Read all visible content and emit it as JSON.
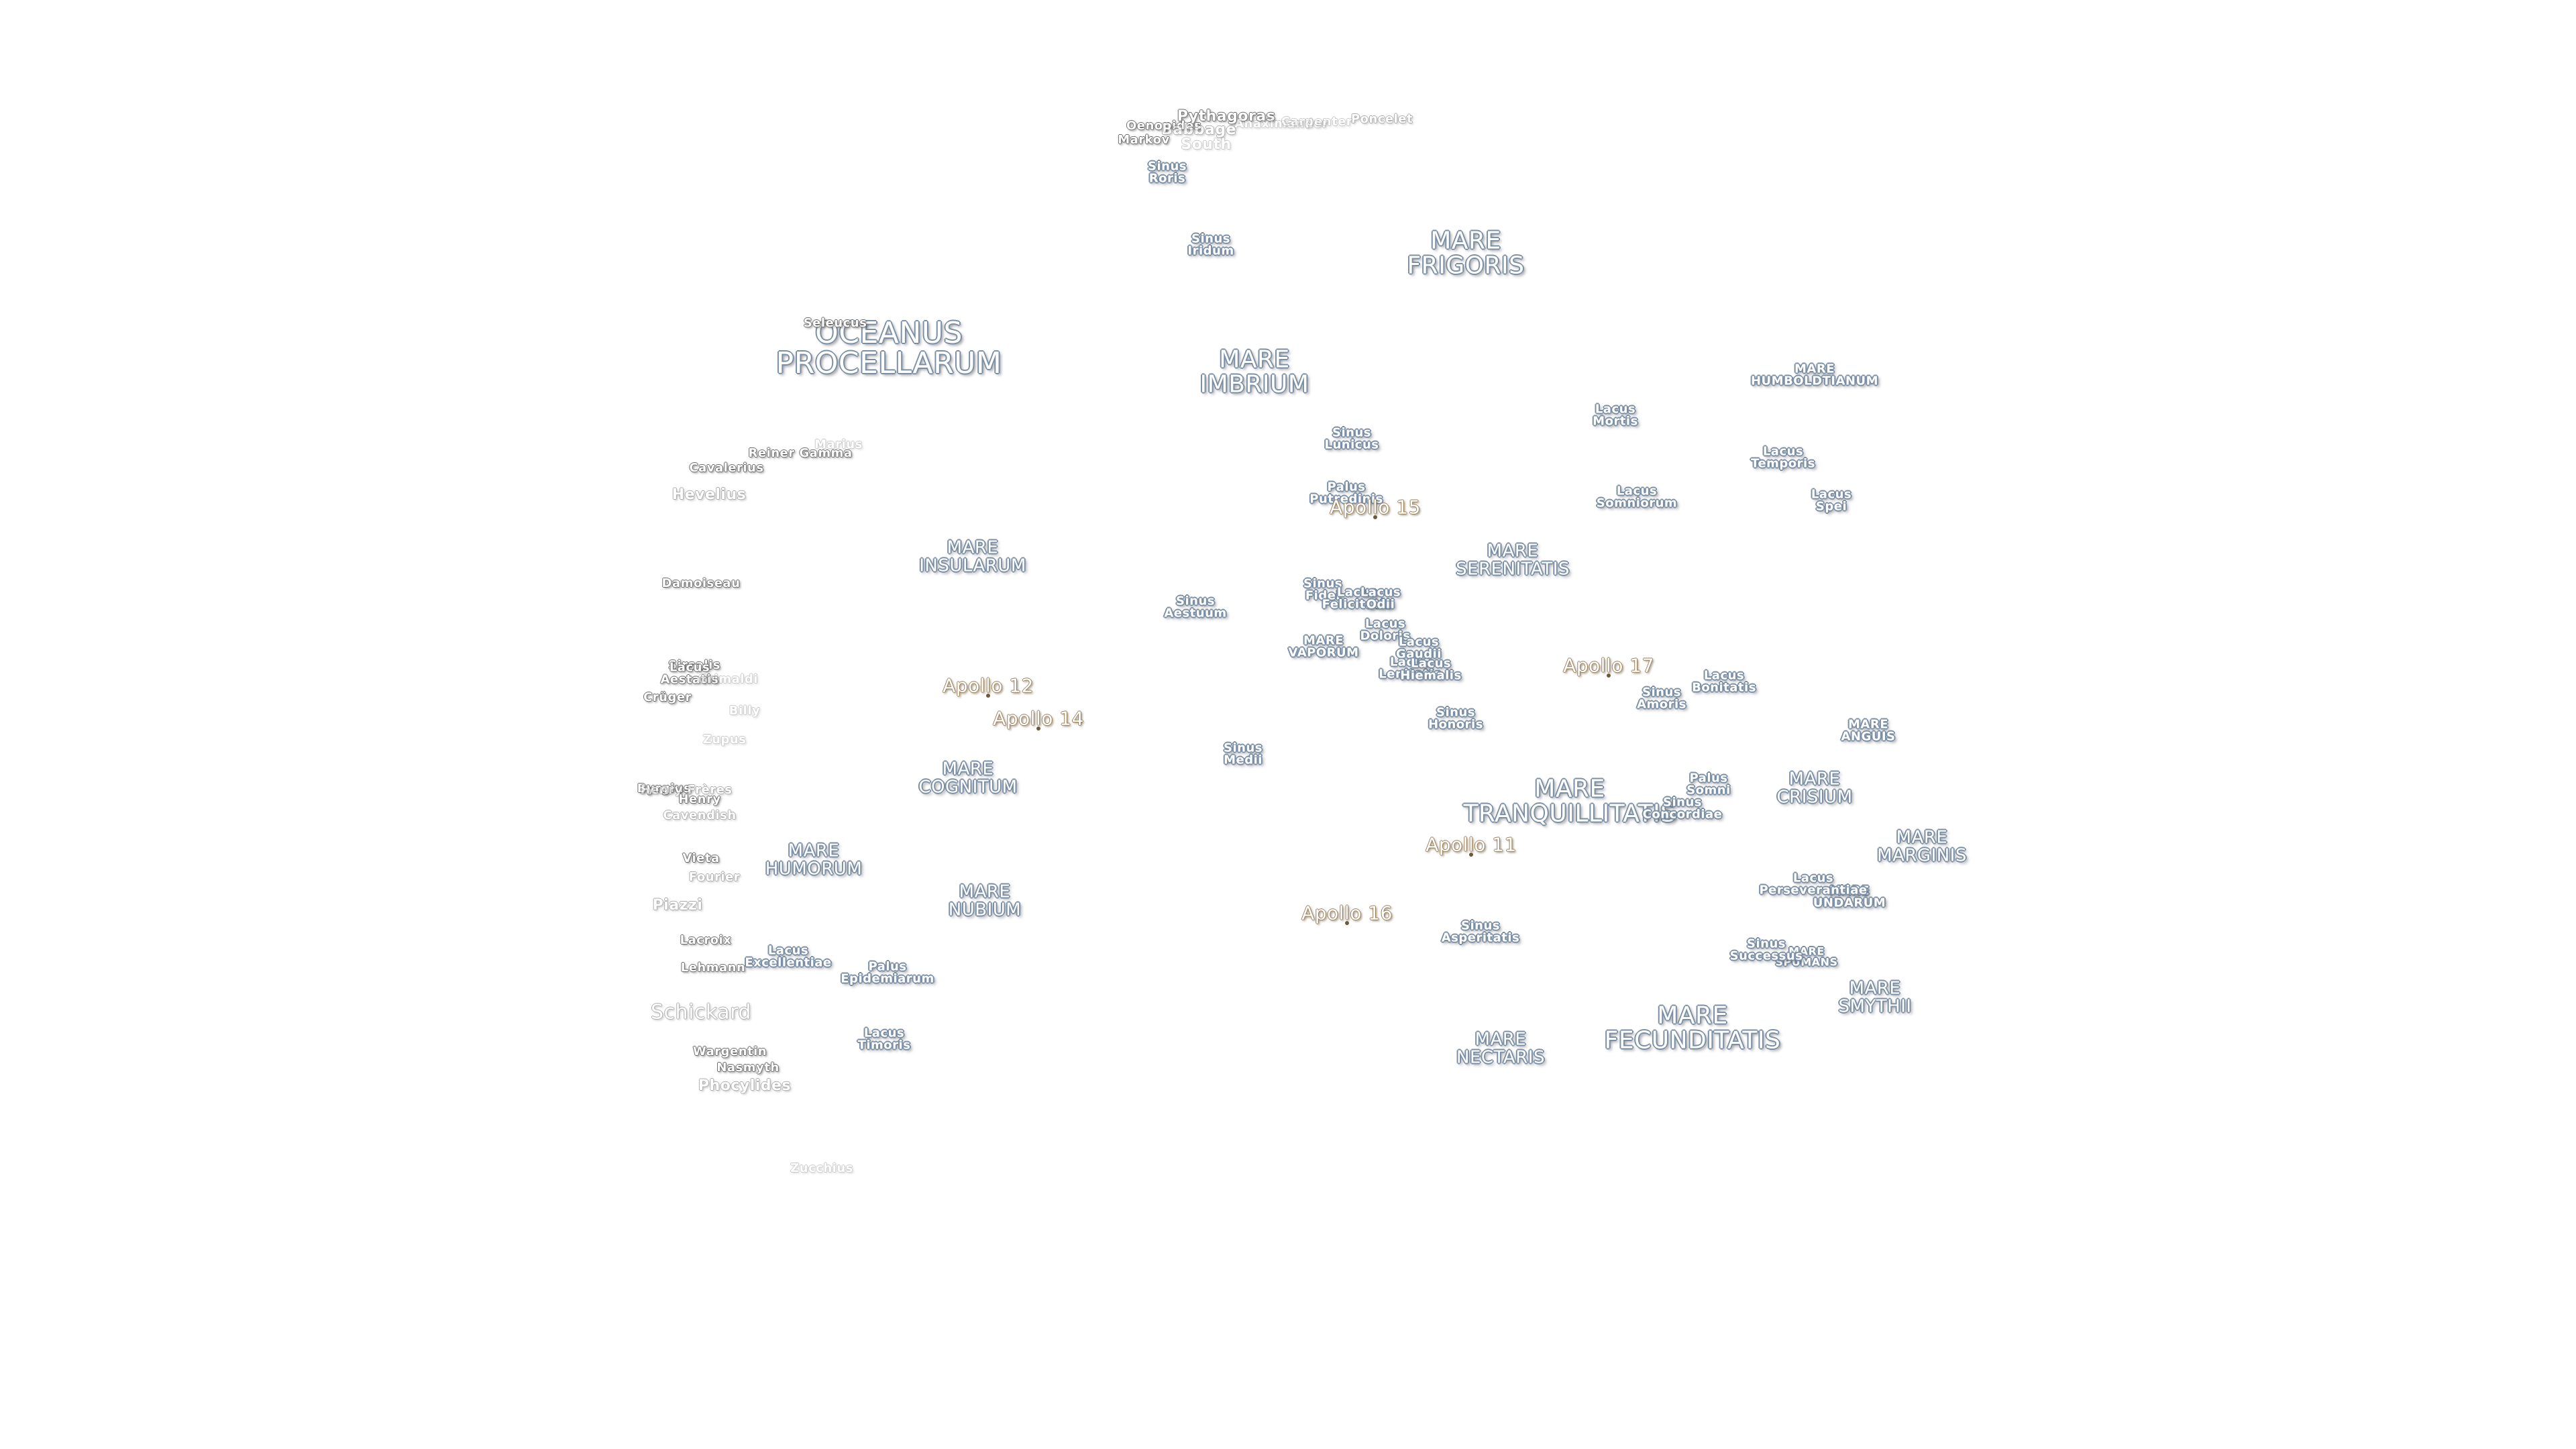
{
  "maria": [
    {
      "id": "oceanus",
      "name": "OCEANUS\nPROCELLARUM"
    },
    {
      "id": "frigoris",
      "name": "MARE\nFRIGORIS"
    },
    {
      "id": "imbrium",
      "name": "MARE\nIMBRIUM"
    },
    {
      "id": "insularum",
      "name": "MARE\nINSULARUM"
    },
    {
      "id": "serenitatis",
      "name": "MARE\nSERENITATIS"
    },
    {
      "id": "tranquillitatis",
      "name": "MARE\nTRANQUILLITATIS"
    },
    {
      "id": "crisium",
      "name": "MARE\nCRISIUM"
    },
    {
      "id": "nubium",
      "name": "MARE\nNUBIUM"
    },
    {
      "id": "humorum",
      "name": "MARE\nHUMORUM"
    },
    {
      "id": "cognitum",
      "name": "MARE\nCOGNITUM"
    },
    {
      "id": "fecunditatis",
      "name": "MARE\nFECUNDITATIS"
    },
    {
      "id": "nectaris",
      "name": "MARE\nNECTARIS"
    },
    {
      "id": "vaporum",
      "name": "MARE\nVAPORUM"
    },
    {
      "id": "humboldtianum",
      "name": "MARE\nHUMBOLDTIANUM"
    },
    {
      "id": "anguis",
      "name": "MARE\nANGUIS"
    },
    {
      "id": "marginis",
      "name": "MARE\nMARGINIS"
    },
    {
      "id": "undarum",
      "name": "MARE\nUNDARUM"
    },
    {
      "id": "spumans",
      "name": "MARE\nSPUMANS"
    },
    {
      "id": "smythii",
      "name": "MARE\nSMYTHII"
    }
  ],
  "minor_features": [
    {
      "id": "sinus-iridum",
      "name": "Sinus\nIridum"
    },
    {
      "id": "sinus-roris",
      "name": "Sinus\nRoris"
    },
    {
      "id": "sinus-lunicus",
      "name": "Sinus\nLunicus"
    },
    {
      "id": "palus-putredinis",
      "name": "Palus\nPutredinis"
    },
    {
      "id": "lacus-mortis",
      "name": "Lacus\nMortis"
    },
    {
      "id": "lacus-somniorum",
      "name": "Lacus\nSomniorum"
    },
    {
      "id": "lacus-temporis",
      "name": "Lacus\nTemporis"
    },
    {
      "id": "lacus-spei",
      "name": "Lacus\nSpei"
    },
    {
      "id": "sinus-aestuum",
      "name": "Sinus\nAestuum"
    },
    {
      "id": "sinus-fidei",
      "name": "Sinus\nFidei"
    },
    {
      "id": "lacus-felicitatis",
      "name": "Lacus\nFelicitatis"
    },
    {
      "id": "lacus-odii",
      "name": "Lacus\nOdii"
    },
    {
      "id": "lacus-doloris",
      "name": "Lacus\nDoloris"
    },
    {
      "id": "lacus-gaudii",
      "name": "Lacus\nGaudii"
    },
    {
      "id": "lacus-lenitatis",
      "name": "Lacus\nLenitatis"
    },
    {
      "id": "lacus-hiemalis",
      "name": "Lacus\nHiemalis"
    },
    {
      "id": "sinus-amoris",
      "name": "Sinus\nAmoris"
    },
    {
      "id": "lacus-bonitatis",
      "name": "Lacus\nBonitatis"
    },
    {
      "id": "sinus-honoris",
      "name": "Sinus\nHonoris"
    },
    {
      "id": "sinus-medii",
      "name": "Sinus\nMedii"
    },
    {
      "id": "palus-somni",
      "name": "Palus\nSomni"
    },
    {
      "id": "sinus-concordiae",
      "name": "Sinus\nConcordiae"
    },
    {
      "id": "lacus-perseverantiae",
      "name": "Lacus\nPerseverantiae"
    },
    {
      "id": "sinus-successus",
      "name": "Sinus\nSuccessus"
    },
    {
      "id": "sinus-asperitatis",
      "name": "Sinus\nAsperitatis"
    },
    {
      "id": "lacus-excellentiae",
      "name": "Lacus\nExcellentiae"
    },
    {
      "id": "palus-epidemiarum",
      "name": "Palus\nEpidemiarum"
    },
    {
      "id": "lacus-timoris",
      "name": "Lacus\nTimoris"
    }
  ],
  "craters": [
    {
      "id": "pythagoras",
      "name": "Pythagoras",
      "size": "md",
      "fade": ""
    },
    {
      "id": "oenopides",
      "name": "Oenopides",
      "size": "sm",
      "fade": ""
    },
    {
      "id": "babbage",
      "name": "Babbage",
      "size": "md",
      "fade": "faint"
    },
    {
      "id": "markov",
      "name": "Markov",
      "size": "sm",
      "fade": ""
    },
    {
      "id": "south",
      "name": "South",
      "size": "md",
      "fade": "vfaint"
    },
    {
      "id": "anaximander",
      "name": "Anaximander",
      "size": "sm",
      "fade": "vfaint"
    },
    {
      "id": "carpenter",
      "name": "Carpenter",
      "size": "sm",
      "fade": "vfaint"
    },
    {
      "id": "poncelet",
      "name": "Poncelet",
      "size": "sm",
      "fade": "faint"
    },
    {
      "id": "seleucus",
      "name": "Seleucus",
      "size": "sm",
      "fade": ""
    },
    {
      "id": "reiner-gamma",
      "name": "Reiner Gamma",
      "size": "sm",
      "fade": ""
    },
    {
      "id": "marius",
      "name": "Marius",
      "size": "sm",
      "fade": "vfaint"
    },
    {
      "id": "cavalerius",
      "name": "Cavalerius",
      "size": "sm",
      "fade": ""
    },
    {
      "id": "hevelius",
      "name": "Hevelius",
      "size": "md",
      "fade": "faint"
    },
    {
      "id": "damoiseau",
      "name": "Damoiseau",
      "size": "sm",
      "fade": ""
    },
    {
      "id": "sirsalis",
      "name": "Sirsalis",
      "size": "sm",
      "fade": ""
    },
    {
      "id": "lacus-aestatis",
      "name": "Lacus\nAestatis",
      "size": "sm",
      "fade": ""
    },
    {
      "id": "grimaldi",
      "name": "Grimaldi",
      "size": "sm",
      "fade": "vfaint"
    },
    {
      "id": "cruger",
      "name": "Crüger",
      "size": "sm",
      "fade": ""
    },
    {
      "id": "billy",
      "name": "Billy",
      "size": "sm",
      "fade": "vfaint"
    },
    {
      "id": "zupus",
      "name": "Zupus",
      "size": "sm",
      "fade": "vfaint"
    },
    {
      "id": "byrgius",
      "name": "Byrgius",
      "size": "sm",
      "fade": ""
    },
    {
      "id": "henry-freres",
      "name": "Henry Frères",
      "size": "sm",
      "fade": "faint"
    },
    {
      "id": "henry",
      "name": "Henry",
      "size": "sm",
      "fade": ""
    },
    {
      "id": "cavendish",
      "name": "Cavendish",
      "size": "sm",
      "fade": "faint"
    },
    {
      "id": "vieta",
      "name": "Vieta",
      "size": "sm",
      "fade": ""
    },
    {
      "id": "fourier",
      "name": "Fourier",
      "size": "sm",
      "fade": "faint"
    },
    {
      "id": "piazzi",
      "name": "Piazzi",
      "size": "md",
      "fade": "faint"
    },
    {
      "id": "lacroix",
      "name": "Lacroix",
      "size": "sm",
      "fade": ""
    },
    {
      "id": "lehmann",
      "name": "Lehmann",
      "size": "sm",
      "fade": ""
    },
    {
      "id": "schickard",
      "name": "Schickard",
      "size": "lg",
      "fade": "faint"
    },
    {
      "id": "wargentin",
      "name": "Wargentin",
      "size": "sm",
      "fade": ""
    },
    {
      "id": "nasmyth",
      "name": "Nasmyth",
      "size": "sm",
      "fade": ""
    },
    {
      "id": "phocylides",
      "name": "Phocylides",
      "size": "md",
      "fade": "faint"
    },
    {
      "id": "zucchius",
      "name": "Zucchius",
      "size": "sm",
      "fade": "vfaint"
    }
  ],
  "apollo_sites": [
    {
      "id": "apollo-11",
      "name": "Apollo 11"
    },
    {
      "id": "apollo-12",
      "name": "Apollo 12"
    },
    {
      "id": "apollo-14",
      "name": "Apollo 14"
    },
    {
      "id": "apollo-15",
      "name": "Apollo 15"
    },
    {
      "id": "apollo-16",
      "name": "Apollo 16"
    },
    {
      "id": "apollo-17",
      "name": "Apollo 17"
    }
  ]
}
